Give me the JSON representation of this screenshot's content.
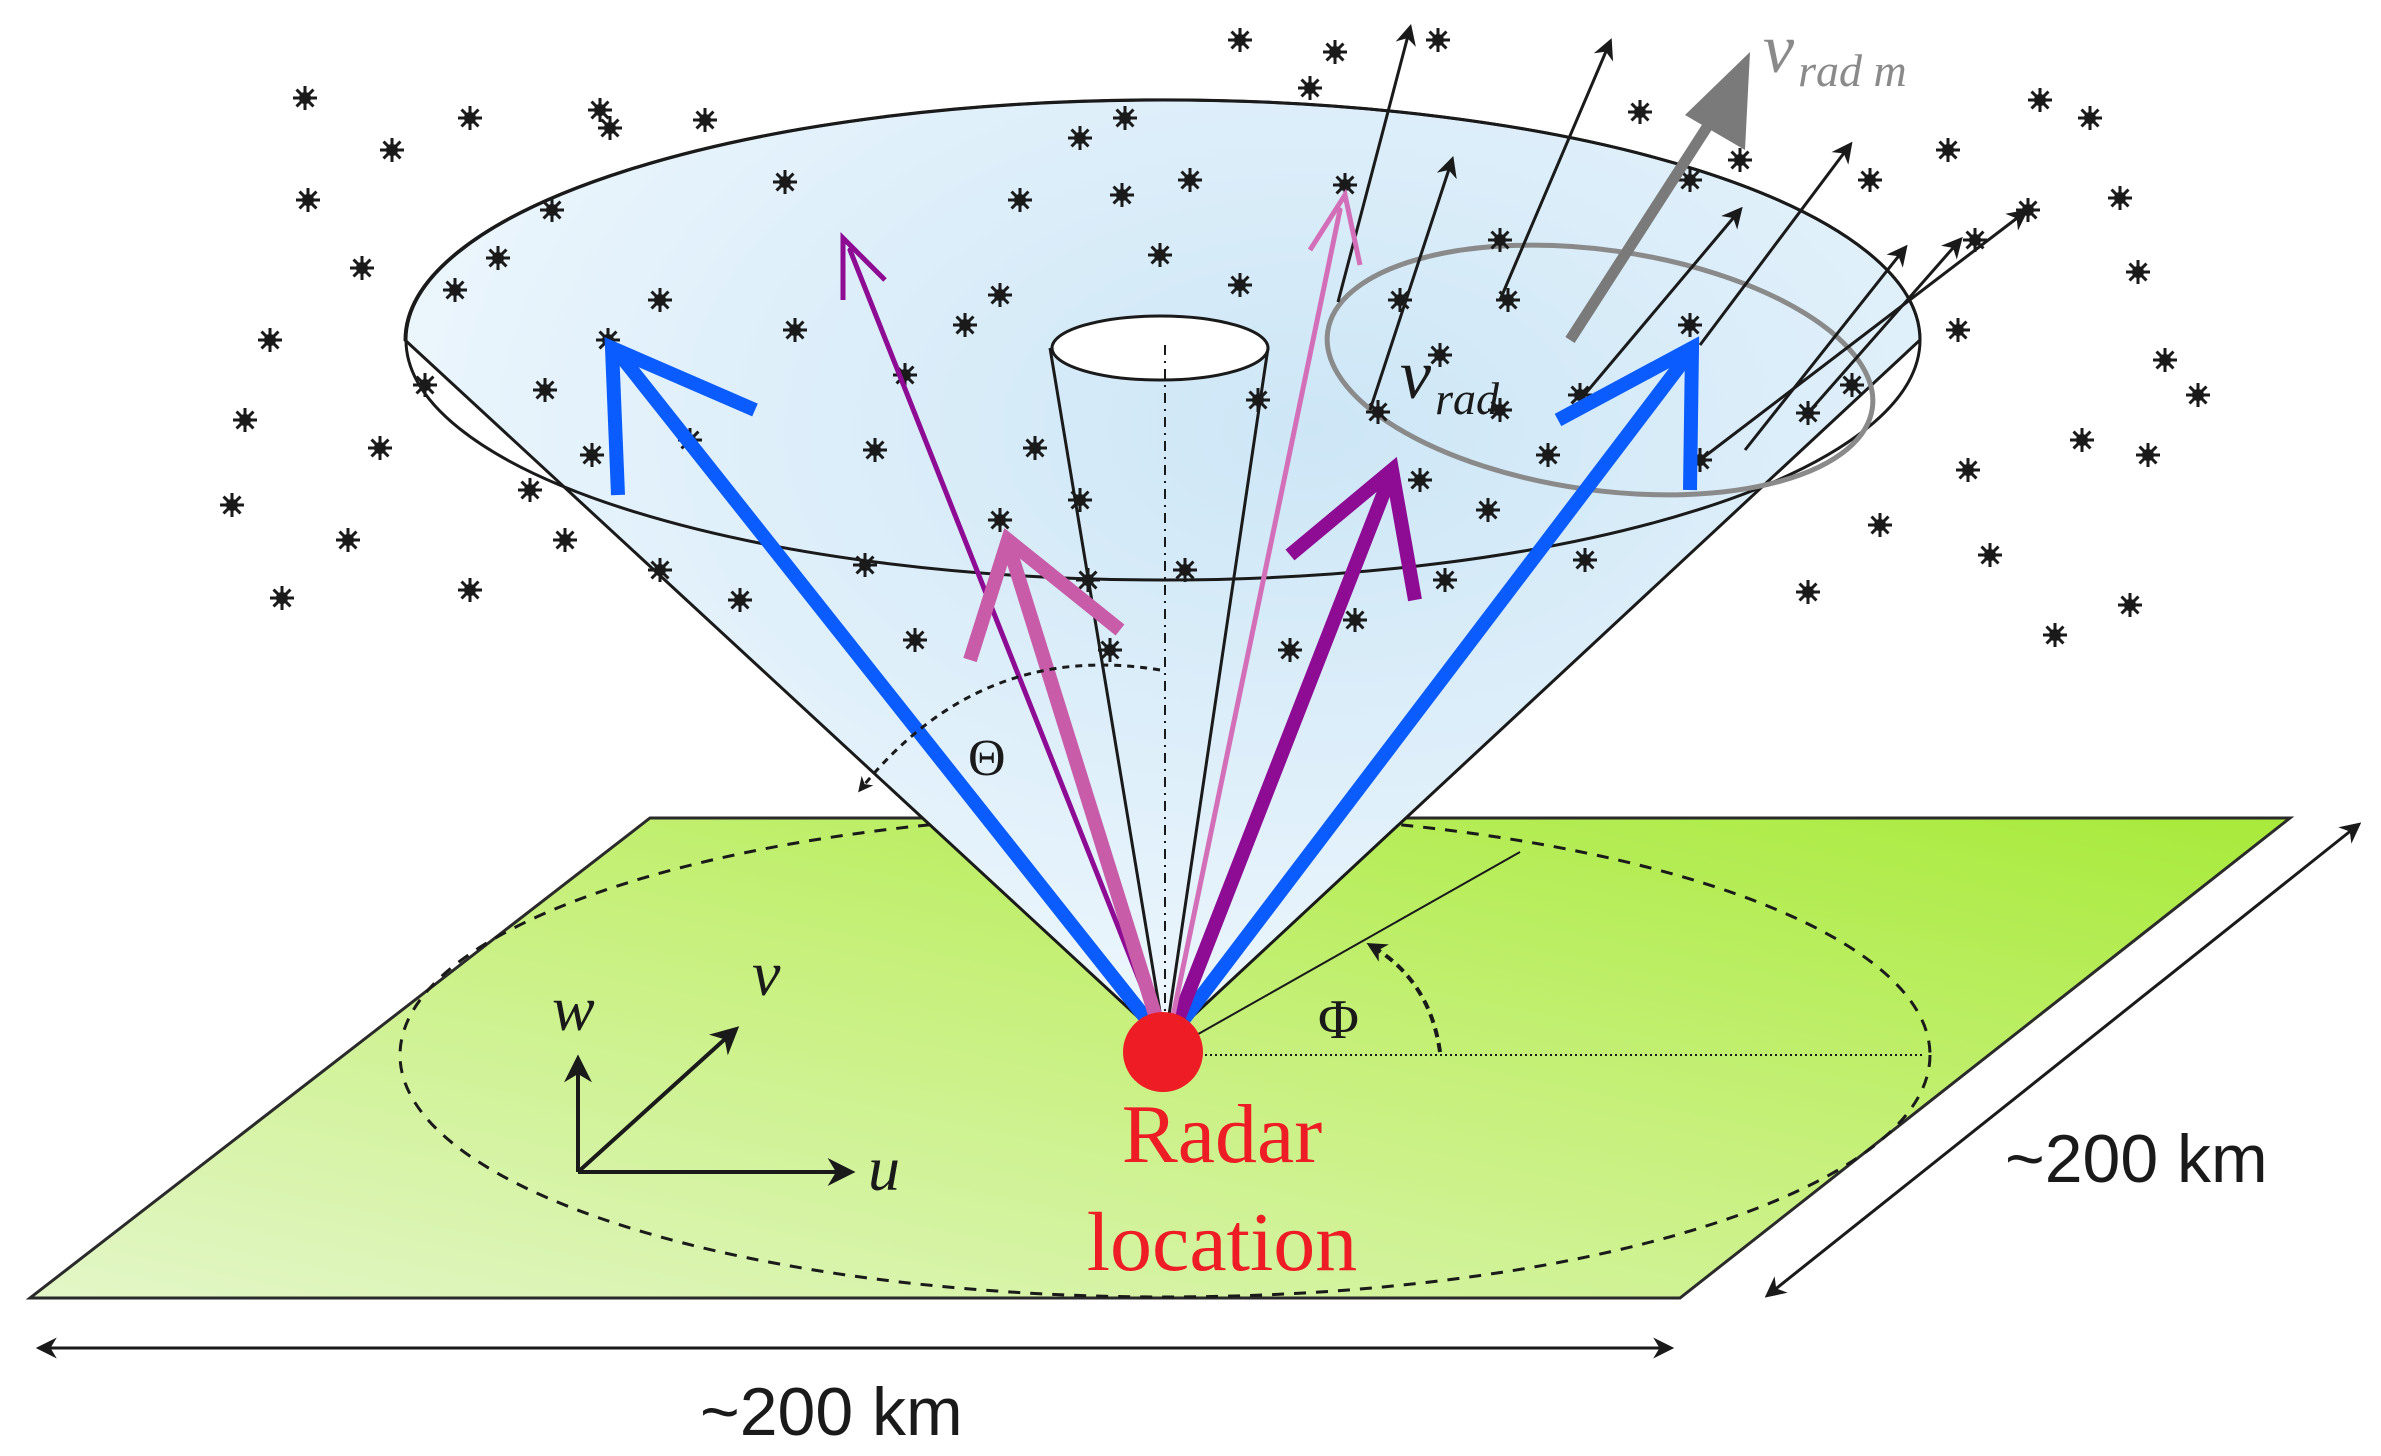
{
  "diagram": {
    "labels": {
      "v_rad_m_main": "v",
      "v_rad_m_sub": "rad m",
      "v_rad_main": "v",
      "v_rad_sub": "rad",
      "theta": "Θ",
      "phi": "Φ",
      "axis_w": "w",
      "axis_v": "v",
      "axis_u": "u",
      "radar_line1": "Radar",
      "radar_line2": "location",
      "dim_right": "~200 km",
      "dim_bottom": "~200 km"
    },
    "colors": {
      "ground_light": "#e3f6c8",
      "ground_mid": "#c6f07a",
      "ground_dark": "#a8ea3a",
      "cone_fill": "#d6ebf7",
      "blue_arrow": "#0a5cff",
      "pink_arrow": "#c85ca8",
      "purple_arrow": "#8e0c94",
      "light_pink_arrow": "#d36fb8",
      "radar_dot": "#ee1c24",
      "radar_text": "#ee1c24",
      "grey_arrow": "#7a7a7a",
      "grey_text": "#8a8a8a",
      "scatterer": "#1a1a1a"
    }
  }
}
